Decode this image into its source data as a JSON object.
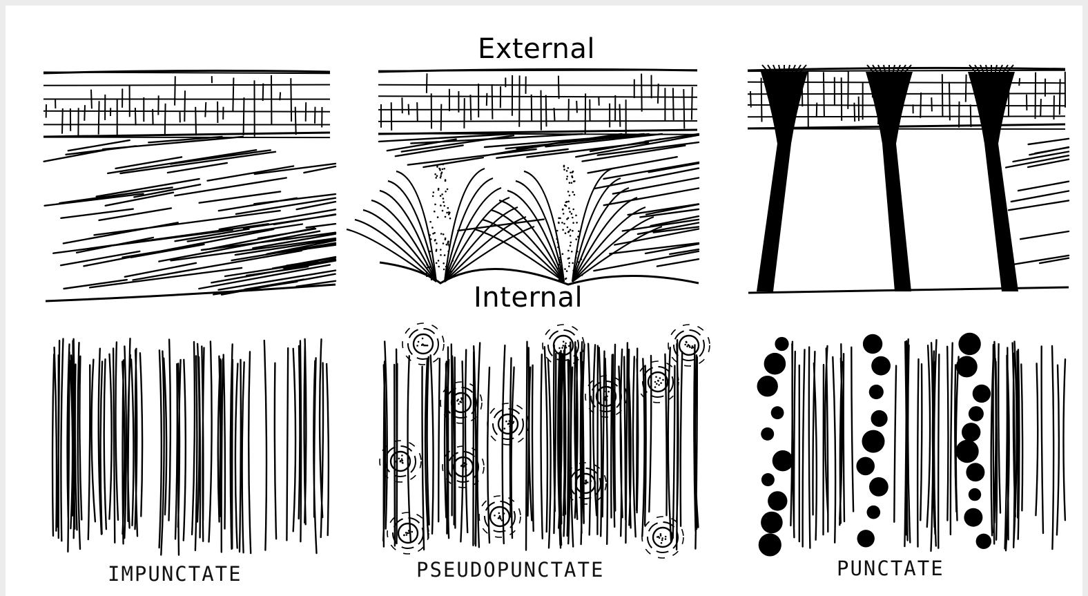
{
  "labels": {
    "external": "External",
    "internal": "Internal"
  },
  "panels": [
    {
      "label": "IMPUNCTATE"
    },
    {
      "label": "PSEUDOPUNCTATE"
    },
    {
      "label": "PUNCTATE"
    }
  ],
  "colors": {
    "ink": "#000000",
    "paper": "#ffffff",
    "border": "#ececec"
  }
}
